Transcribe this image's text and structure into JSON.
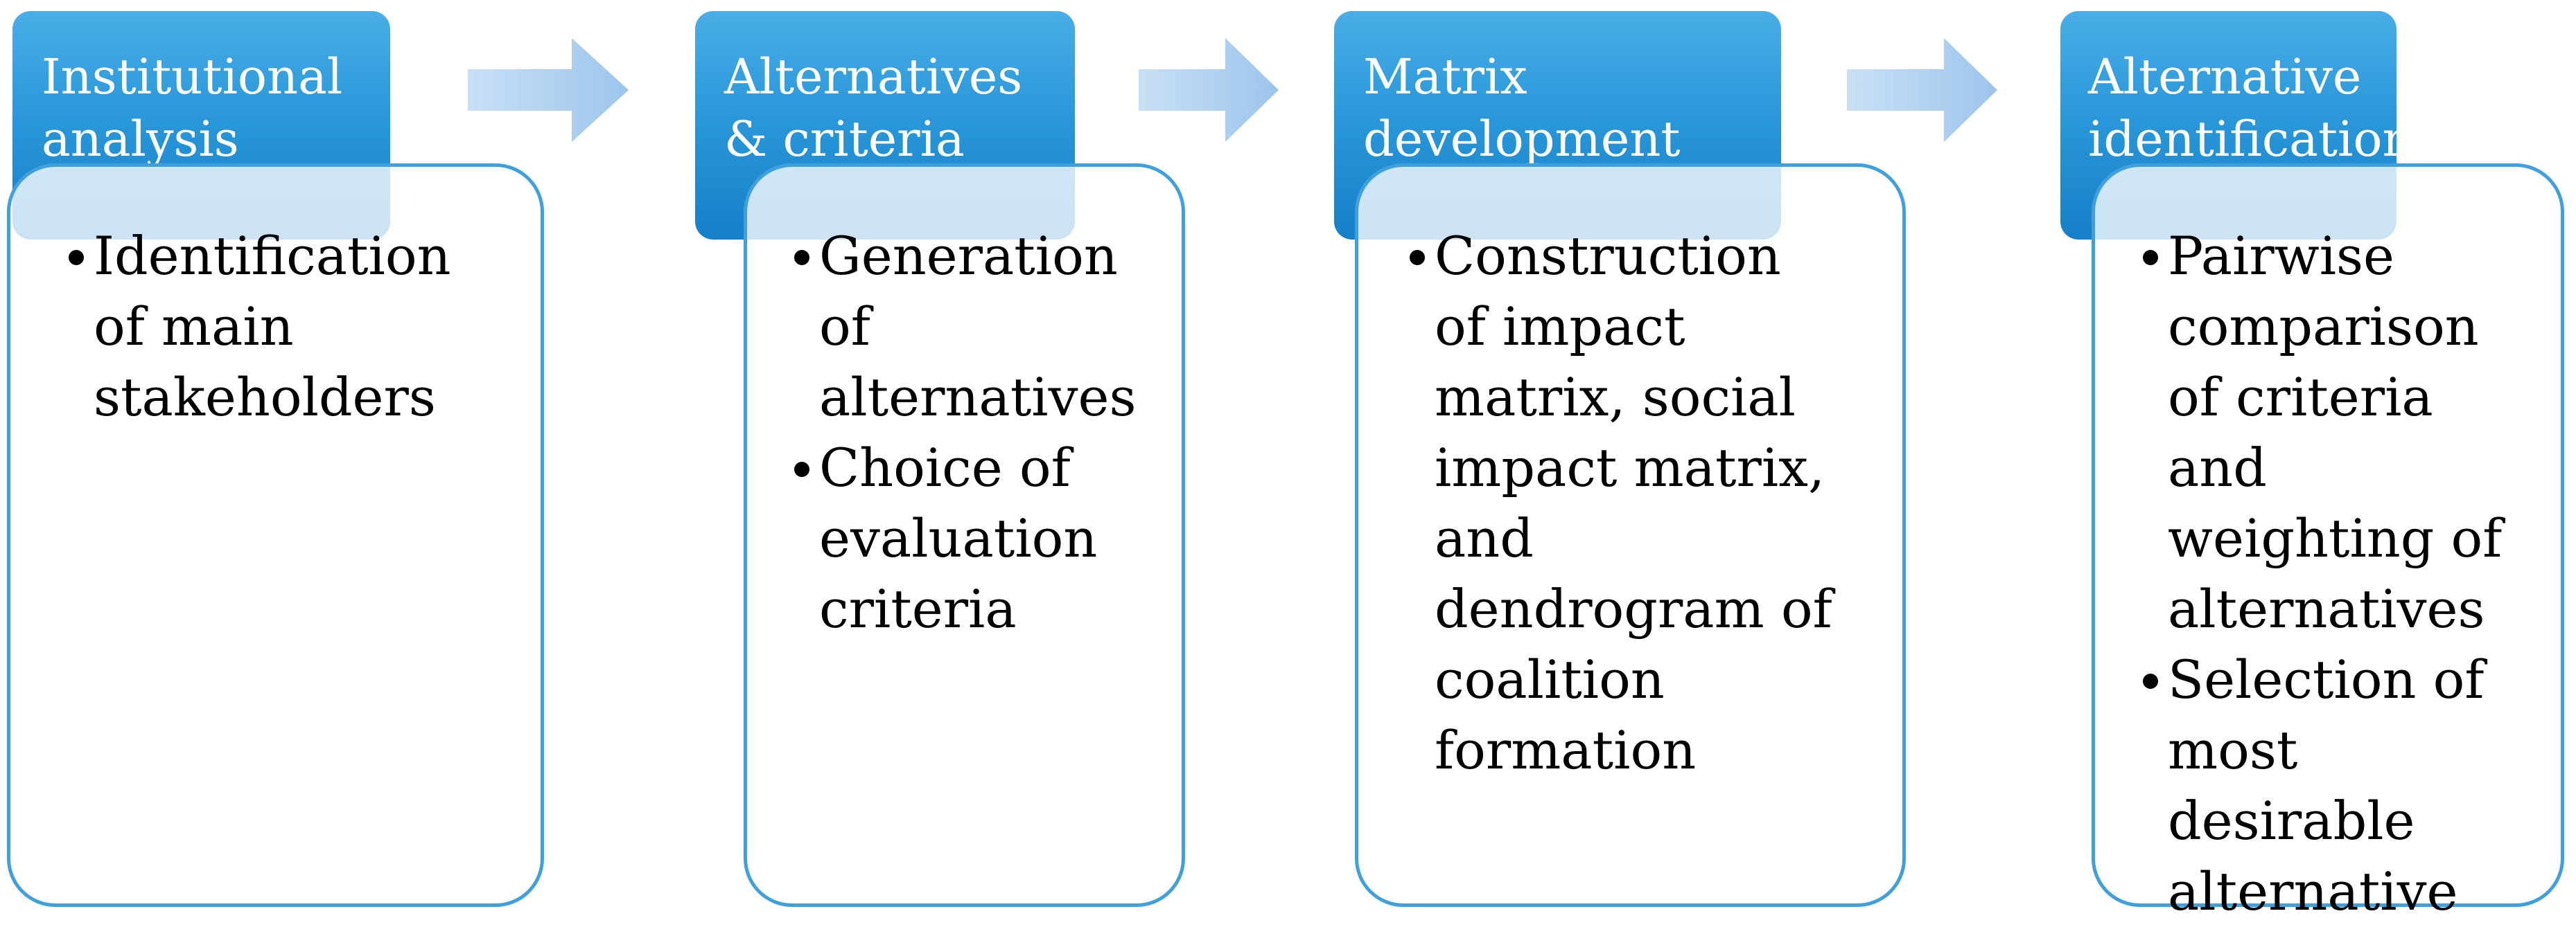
{
  "stages": [
    {
      "title_lines": [
        "Institutional",
        "analysis"
      ],
      "bullets": [
        {
          "lines": [
            "Identification",
            "of main",
            "stakeholders"
          ]
        }
      ]
    },
    {
      "title_lines": [
        "Alternatives",
        "& criteria"
      ],
      "bullets": [
        {
          "lines": [
            "Generation",
            "of",
            "alternatives"
          ]
        },
        {
          "lines": [
            "Choice of",
            "evaluation",
            "criteria"
          ]
        }
      ]
    },
    {
      "title_lines": [
        "Matrix",
        "development"
      ],
      "bullets": [
        {
          "lines": [
            "Construction",
            "of impact",
            "matrix, social",
            "impact matrix,",
            "and",
            "dendrogram of",
            "coalition",
            "formation"
          ]
        }
      ]
    },
    {
      "title_lines": [
        "Alternative",
        "identification"
      ],
      "bullets": [
        {
          "lines": [
            "Pairwise",
            "comparison",
            "of criteria",
            "and",
            "weighting of",
            "alternatives"
          ]
        },
        {
          "lines": [
            "Selection of",
            "most",
            "desirable",
            "alternative"
          ]
        }
      ]
    }
  ],
  "colors": {
    "header_top": "#4aaee6",
    "header_bottom": "#157fc7",
    "card_border": "#3fa0dd",
    "arrow": "#a9cdee"
  }
}
